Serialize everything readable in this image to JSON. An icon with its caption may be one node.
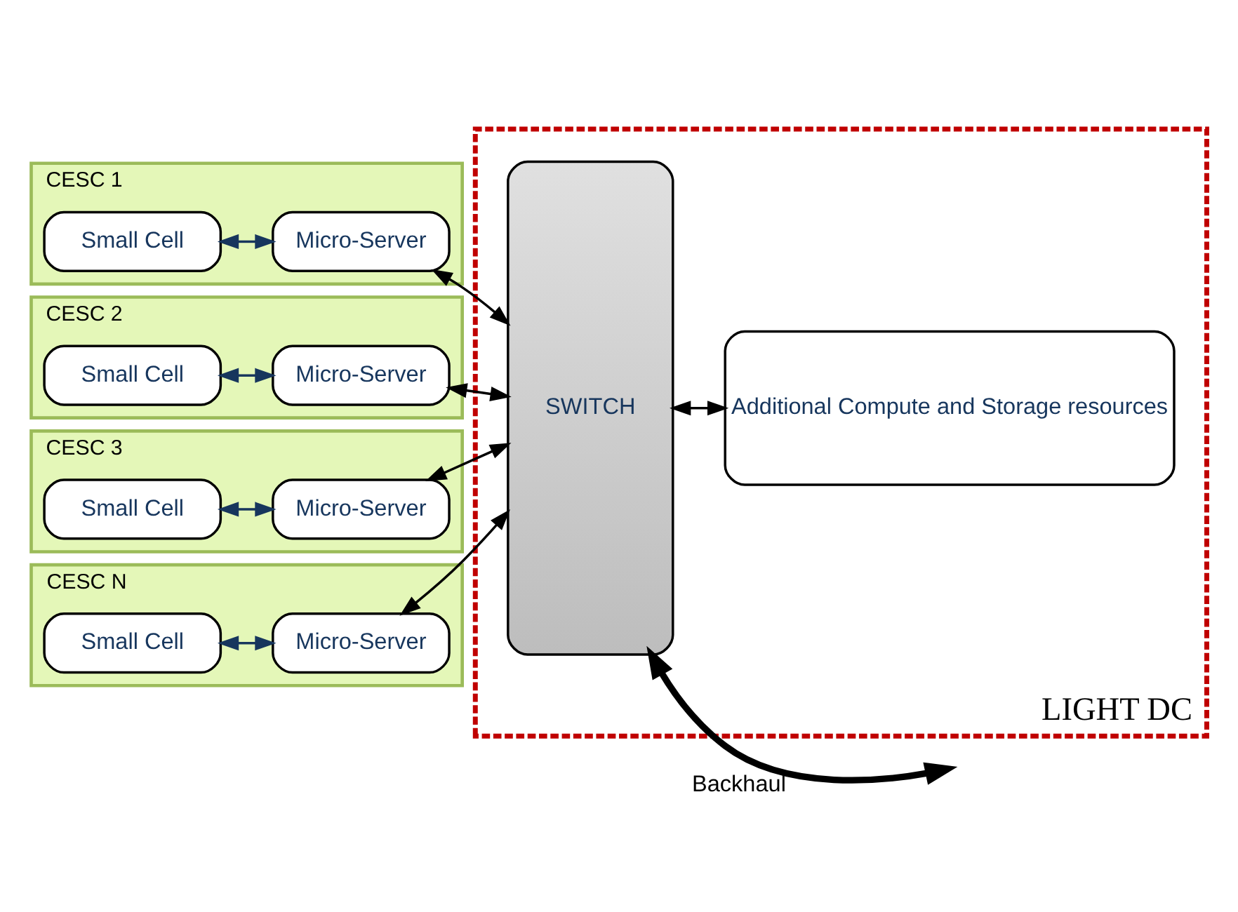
{
  "diagram": {
    "nodes": [
      {
        "text": [
          "LIGHT DC"
        ]
      },
      {
        "text": [
          "CESC 1"
        ]
      },
      {
        "text": [
          "Small Cell"
        ],
        "in": 1
      },
      {
        "text": [
          "Micro-Server"
        ],
        "in": 1
      },
      {
        "text": [
          "CESC 2"
        ]
      },
      {
        "text": [
          "Small Cell"
        ],
        "in": 4
      },
      {
        "text": [
          "Micro-Server"
        ],
        "in": 4
      },
      {
        "text": [
          "CESC 3"
        ]
      },
      {
        "text": [
          "Small Cell"
        ],
        "in": 7
      },
      {
        "text": [
          "Micro-Server"
        ],
        "in": 7
      },
      {
        "text": [
          "CESC N"
        ]
      },
      {
        "text": [
          "Small Cell"
        ],
        "in": 10
      },
      {
        "text": [
          "Micro-Server"
        ],
        "in": 10
      },
      {
        "text": [
          "SWITCH"
        ],
        "in": 0
      },
      {
        "text": [
          "Additional Compute and Storage resources"
        ],
        "in": 0
      }
    ],
    "edges": [
      {
        "from": 2,
        "to": 3,
        "arrow": "both",
        "color": "#17365d"
      },
      {
        "from": 3,
        "to": 13,
        "arrow": "both"
      },
      {
        "from": 5,
        "to": 6,
        "arrow": "both",
        "color": "#17365d"
      },
      {
        "from": 6,
        "to": 13,
        "arrow": "both"
      },
      {
        "from": 8,
        "to": 9,
        "arrow": "both",
        "color": "#17365d"
      },
      {
        "from": 9,
        "to": 13,
        "arrow": "both"
      },
      {
        "from": 11,
        "to": 12,
        "arrow": "both",
        "color": "#17365d"
      },
      {
        "from": 12,
        "to": 13,
        "arrow": "both"
      },
      {
        "from": 13,
        "to": 14,
        "arrow": "both"
      },
      {
        "from": 13,
        "to": null,
        "arrow": "both",
        "label": "Backhaul",
        "style": "thick"
      }
    ]
  }
}
